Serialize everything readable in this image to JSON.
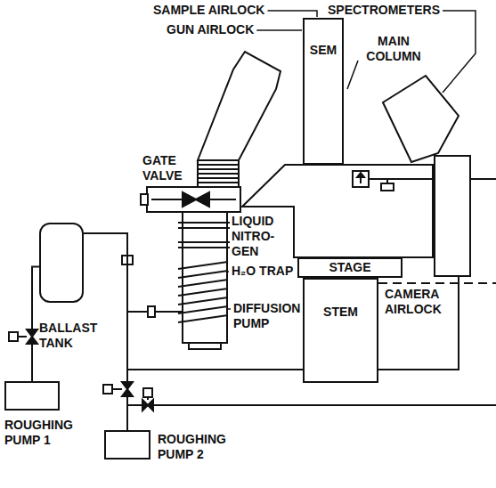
{
  "diagram": {
    "nodes": [
      {
        "text": [
          "SEM"
        ]
      },
      {
        "text": [
          "STAGE"
        ]
      },
      {
        "text": [
          "STEM"
        ]
      },
      {
        "text": [
          "BALLAST TANK"
        ]
      },
      {
        "text": [
          "ROUGHING PUMP 1"
        ]
      },
      {
        "text": [
          "ROUGHING PUMP 2"
        ]
      }
    ],
    "edges": [
      {
        "from": 4,
        "to": 3,
        "arrow": "none"
      },
      {
        "from": 5,
        "to": 3,
        "arrow": "none"
      }
    ],
    "labels": [
      "SAMPLE AIRLOCK",
      "SPECTROMETERS",
      "GUN AIRLOCK",
      "MAIN COLUMN",
      "GATE VALVE",
      "LIQUID NITRO- GEN",
      "H₂O TRAP",
      "DIFFUSION PUMP",
      "CAMERA AIRLOCK"
    ]
  }
}
